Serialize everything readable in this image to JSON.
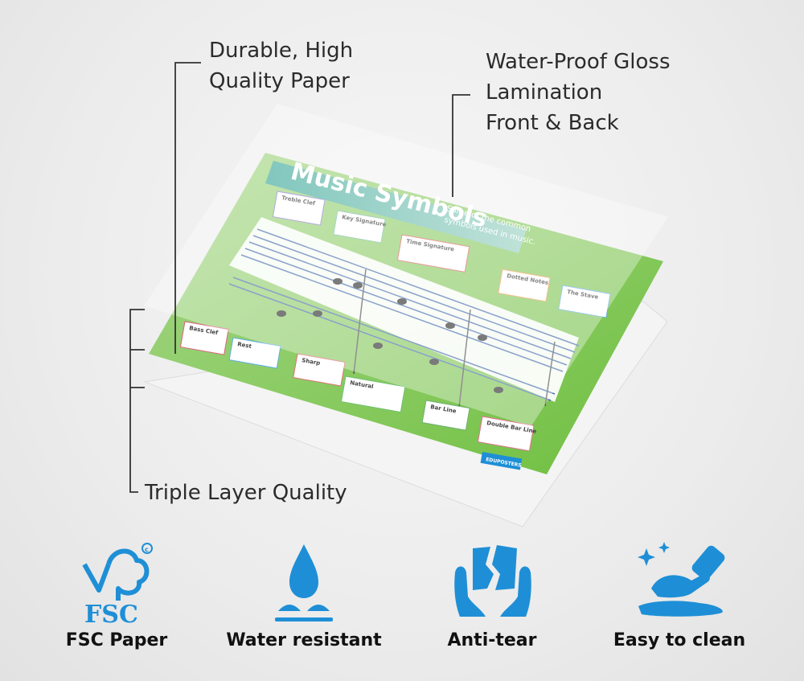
{
  "callouts": {
    "durable_line1": "Durable, High",
    "durable_line2": "Quality Paper",
    "gloss_line1": "Water-Proof Gloss",
    "gloss_line2": "Lamination",
    "gloss_line3": "Front & Back",
    "triple": "Triple Layer Quality"
  },
  "poster": {
    "title": "Music Symbols",
    "subtitle_line1": "Some of the common",
    "subtitle_line2": "symbols used in music.",
    "labels": [
      "Treble Clef",
      "Key Signature",
      "Time Signature",
      "Dotted Notes",
      "The Stave",
      "Bass Clef",
      "Rest",
      "Sharp",
      "Natural",
      "Bar Line",
      "Double Bar Line"
    ],
    "brand": "EDUPOSTERS"
  },
  "features": [
    {
      "label": "FSC Paper",
      "icon": "fsc-icon",
      "mark": "FSC"
    },
    {
      "label": "Water resistant",
      "icon": "water-drop-icon"
    },
    {
      "label": "Anti-tear",
      "icon": "anti-tear-icon"
    },
    {
      "label": "Easy to clean",
      "icon": "cleaning-icon"
    }
  ],
  "colors": {
    "accent_blue": "#1e8fd6",
    "poster_green": "#7cc24a",
    "title_teal": "#4aaea0"
  }
}
